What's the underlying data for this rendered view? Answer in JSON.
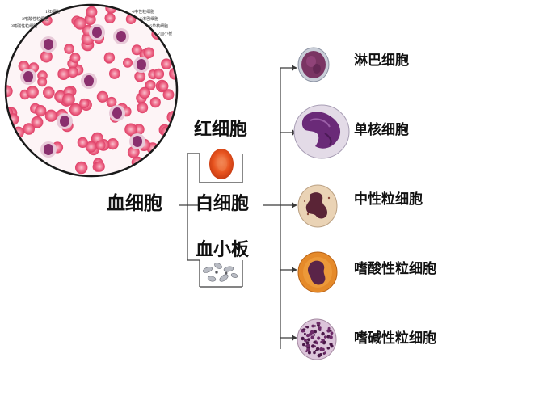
{
  "title": "血细胞",
  "categories": [
    {
      "id": "rbc",
      "label": "红细胞"
    },
    {
      "id": "wbc",
      "label": "白细胞"
    },
    {
      "id": "plt",
      "label": "血小板"
    }
  ],
  "wbc_types": [
    {
      "id": "lymphocyte",
      "label": "淋巴细胞"
    },
    {
      "id": "monocyte",
      "label": "单核细胞"
    },
    {
      "id": "neutrophil",
      "label": "中性粒细胞"
    },
    {
      "id": "eosinophil",
      "label": "嗜酸性粒细胞"
    },
    {
      "id": "basophil",
      "label": "嗜碱性粒细胞"
    }
  ],
  "micrograph_legend": [
    "1红细胞",
    "2嗜酸性粒细胞",
    "3嗜碱性粒细胞",
    "4中性粒细胞",
    "5淋巴细胞",
    "6单核细胞",
    "7血小板"
  ],
  "colors": {
    "line": "#3a3a3a",
    "rbc": "#e8466a",
    "rbc_center": "#f7a3b7",
    "nucleus": "#8a2f6e",
    "monocyte_nucleus": "#6a2a78",
    "neutrophil_cyto": "#e9c9a6",
    "eosinophil_cyto": "#e58a2a",
    "basophil_cyto": "#d9c3d7"
  }
}
